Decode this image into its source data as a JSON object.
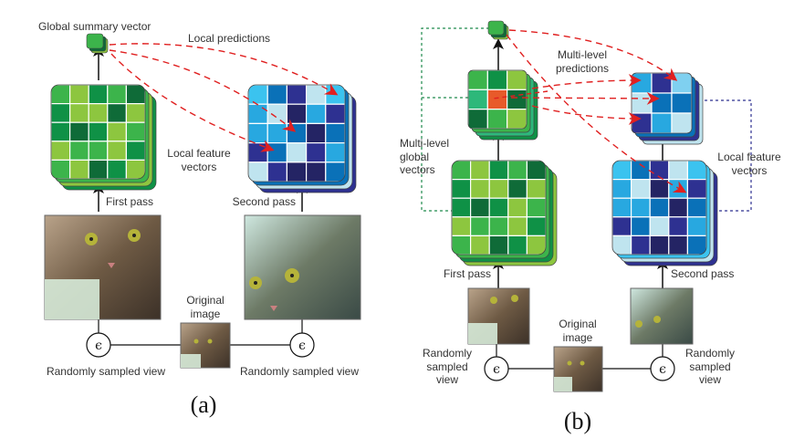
{
  "colors": {
    "green": [
      "#3cb44b",
      "#8dc63f",
      "#0f9146",
      "#0f6b38",
      "#2db87a"
    ],
    "blue": [
      "#3bc3ef",
      "#0a71b8",
      "#2e3191",
      "#bfe4ef",
      "#28a8e0",
      "#242464",
      "#7fd0f0"
    ],
    "highlight": "#e85a2a",
    "prediction_arrow": "#e02020",
    "global_link_green": "#1f8a4c",
    "local_link_blue": "#2e3191"
  },
  "panel_a": {
    "caption": "(a)",
    "labels": {
      "global_summary": "Global summary vector",
      "local_predictions": "Local predictions",
      "local_feature_l1": "Local feature",
      "local_feature_l2": "vectors",
      "first_pass": "First pass",
      "second_pass": "Second pass",
      "original_l1": "Original",
      "original_l2": "image",
      "sampled_left": "Randomly sampled view",
      "sampled_right": "Randomly sampled view",
      "epsilon": "ϵ"
    },
    "first_grid": [
      [
        0,
        1,
        2,
        0,
        3
      ],
      [
        2,
        1,
        1,
        3,
        1
      ],
      [
        2,
        3,
        2,
        1,
        0
      ],
      [
        1,
        0,
        0,
        1,
        2
      ],
      [
        0,
        1,
        3,
        2,
        1
      ]
    ],
    "second_grid": [
      [
        0,
        1,
        2,
        3,
        0
      ],
      [
        4,
        3,
        5,
        4,
        2
      ],
      [
        4,
        4,
        1,
        5,
        1
      ],
      [
        2,
        1,
        3,
        2,
        4
      ],
      [
        3,
        2,
        5,
        5,
        1
      ]
    ]
  },
  "panel_b": {
    "caption": "(b)",
    "labels": {
      "multi_predictions_l1": "Multi-level",
      "multi_predictions_l2": "predictions",
      "multi_global_l1": "Multi-level",
      "multi_global_l2": "global",
      "multi_global_l3": "vectors",
      "local_feature_l1": "Local feature",
      "local_feature_l2": "vectors",
      "first_pass": "First pass",
      "second_pass": "Second pass",
      "original_l1": "Original",
      "original_l2": "image",
      "sampled_left_l1": "Randomly",
      "sampled_left_l2": "sampled",
      "sampled_left_l3": "view",
      "sampled_right_l1": "Randomly",
      "sampled_right_l2": "sampled",
      "sampled_right_l3": "view",
      "epsilon": "ϵ"
    },
    "small_green_grid": [
      [
        0,
        2,
        1
      ],
      [
        4,
        "h",
        3
      ],
      [
        3,
        0,
        1
      ]
    ],
    "small_blue_grid": [
      [
        4,
        2,
        6
      ],
      [
        3,
        1,
        1
      ],
      [
        2,
        4,
        3
      ]
    ],
    "first_grid": [
      [
        0,
        1,
        2,
        0,
        3
      ],
      [
        2,
        1,
        1,
        3,
        1
      ],
      [
        2,
        3,
        2,
        1,
        0
      ],
      [
        1,
        0,
        0,
        1,
        2
      ],
      [
        0,
        1,
        3,
        2,
        1
      ]
    ],
    "second_grid": [
      [
        0,
        1,
        2,
        3,
        0
      ],
      [
        4,
        3,
        5,
        4,
        2
      ],
      [
        4,
        4,
        1,
        5,
        1
      ],
      [
        2,
        1,
        3,
        2,
        4
      ],
      [
        3,
        2,
        5,
        5,
        1
      ]
    ]
  }
}
